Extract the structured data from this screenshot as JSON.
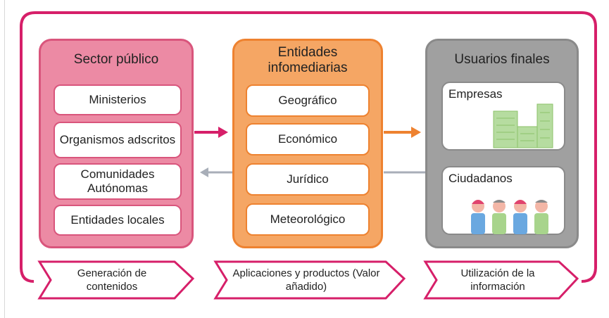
{
  "sector_publico": {
    "title": "Sector público",
    "items": [
      "Ministerios",
      "Organismos adscritos",
      "Comunidades Autónomas",
      "Entidades locales"
    ]
  },
  "infomediarias": {
    "title": "Entidades infomediarias",
    "items": [
      "Geográfico",
      "Económico",
      "Jurídico",
      "Meteorológico"
    ]
  },
  "usuarios": {
    "title": "Usuarios finales",
    "cards": [
      "Empresas",
      "Ciudadanos"
    ]
  },
  "stages": [
    "Generación de contenidos",
    "Aplicaciones y productos (Valor añadido)",
    "Utilización de la información"
  ],
  "colors": {
    "pink": "#d9557c",
    "pink_fill": "#ec8aa4",
    "orange": "#ee8230",
    "orange_fill": "#f5a664",
    "gray": "#8a8a8a",
    "gray_fill": "#a0a0a0",
    "loop": "#d61f69",
    "building": "#a8d48c"
  }
}
